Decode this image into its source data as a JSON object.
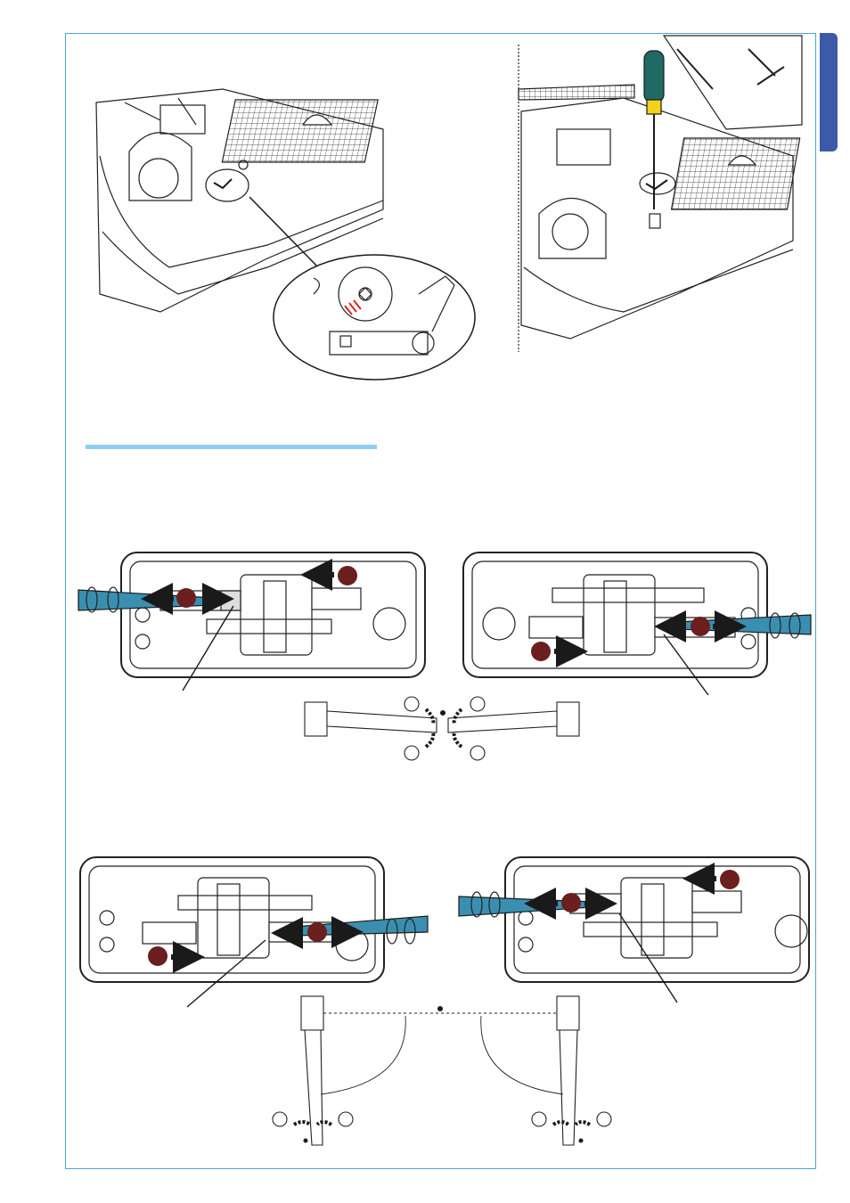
{
  "page": {
    "frame_color": "#4fa3d9",
    "tab_color": "#3b5aa8",
    "rule_color": "#8fd0f2",
    "arrow_color": "#1a1a1a",
    "step_marker_color": "#6b1f1f",
    "allen_key_color": "#3a8fb0",
    "screwdriver_handle_color": "#1f6b63",
    "screwdriver_band_color": "#f2d21b",
    "highlight_mark_color": "#d9261c"
  },
  "figures": [
    {
      "id": "motor-unit-detail",
      "icon": "gear-motor-release-detail"
    },
    {
      "id": "motor-unit-screwdriver",
      "icon": "screwdriver-icon"
    },
    {
      "id": "closing-stop-adjust-left",
      "icon": "allen-key-icon"
    },
    {
      "id": "closing-stop-adjust-right",
      "icon": "allen-key-icon"
    },
    {
      "id": "gate-closed-diagram",
      "icon": "gate-leaf-icon"
    },
    {
      "id": "opening-stop-adjust-left",
      "icon": "allen-key-icon"
    },
    {
      "id": "opening-stop-adjust-right",
      "icon": "allen-key-icon"
    },
    {
      "id": "gate-open-diagram",
      "icon": "gate-leaf-icon"
    }
  ]
}
